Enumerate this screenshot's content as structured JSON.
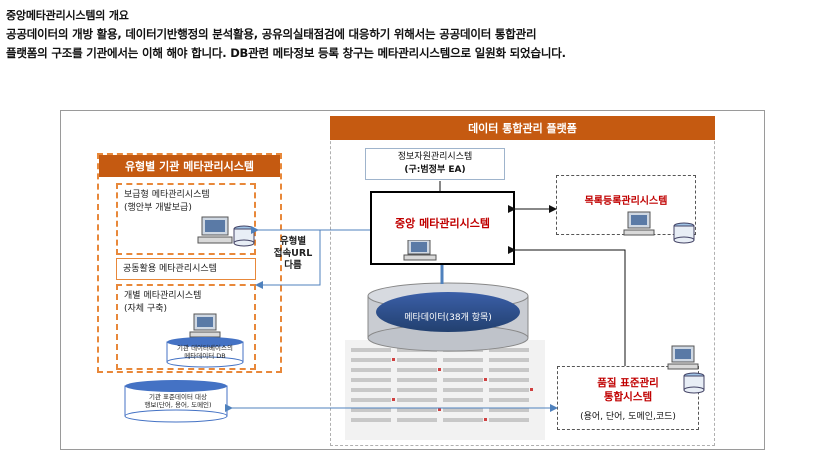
{
  "intro": {
    "title": "중앙메타관리시스템의 개요",
    "line1": "공공데이터의 개방 활용, 데이터기반행정의 분석활용, 공유의실태점검에 대응하기 위해서는 공공데이터 통합관리",
    "line2": "플랫폼의 구조를 기관에서는 이해 해야 합니다. DB관련 메타정보 등록 창구는 메타관리시스템으로 일원화 되었습니다."
  },
  "platform": {
    "title": "데이터 통합관리 플랫폼"
  },
  "org": {
    "title": "유형별 기관 메타관리시스템",
    "box1": {
      "line1": "보급형 메타관리시스템",
      "line2": "(행안부 개발보급)"
    },
    "box2": {
      "label": "공동활용 메타관리시스템"
    },
    "box3": {
      "line1": "개별 메타관리시스템",
      "line2": "(자체 구축)",
      "db_line1": "기관 데이터베이스의",
      "db_line2": "메타데이터 DB"
    }
  },
  "url_note": {
    "line1": "유형별",
    "line2": "접속URL",
    "line3": "다름"
  },
  "info_system": {
    "line1": "정보자원관리시스템",
    "line2": "(구:범정부 EA)"
  },
  "central": {
    "label": "중앙 메타관리시스템"
  },
  "catalog": {
    "label": "목록등록관리시스템"
  },
  "metadata_db": {
    "label": "메타데이터(38개 항목)"
  },
  "quality": {
    "line1": "품질 표준관리",
    "line2": "통합시스템",
    "line3": "(용어, 단어, 도메인,코드)"
  },
  "std_db": {
    "line1": "기관 표준데이터 대상",
    "line2": "행보(단어, 용어, 도메인)"
  },
  "colors": {
    "orange": "#c55a11",
    "red": "#c00000",
    "line_blue": "#4f81bd"
  }
}
